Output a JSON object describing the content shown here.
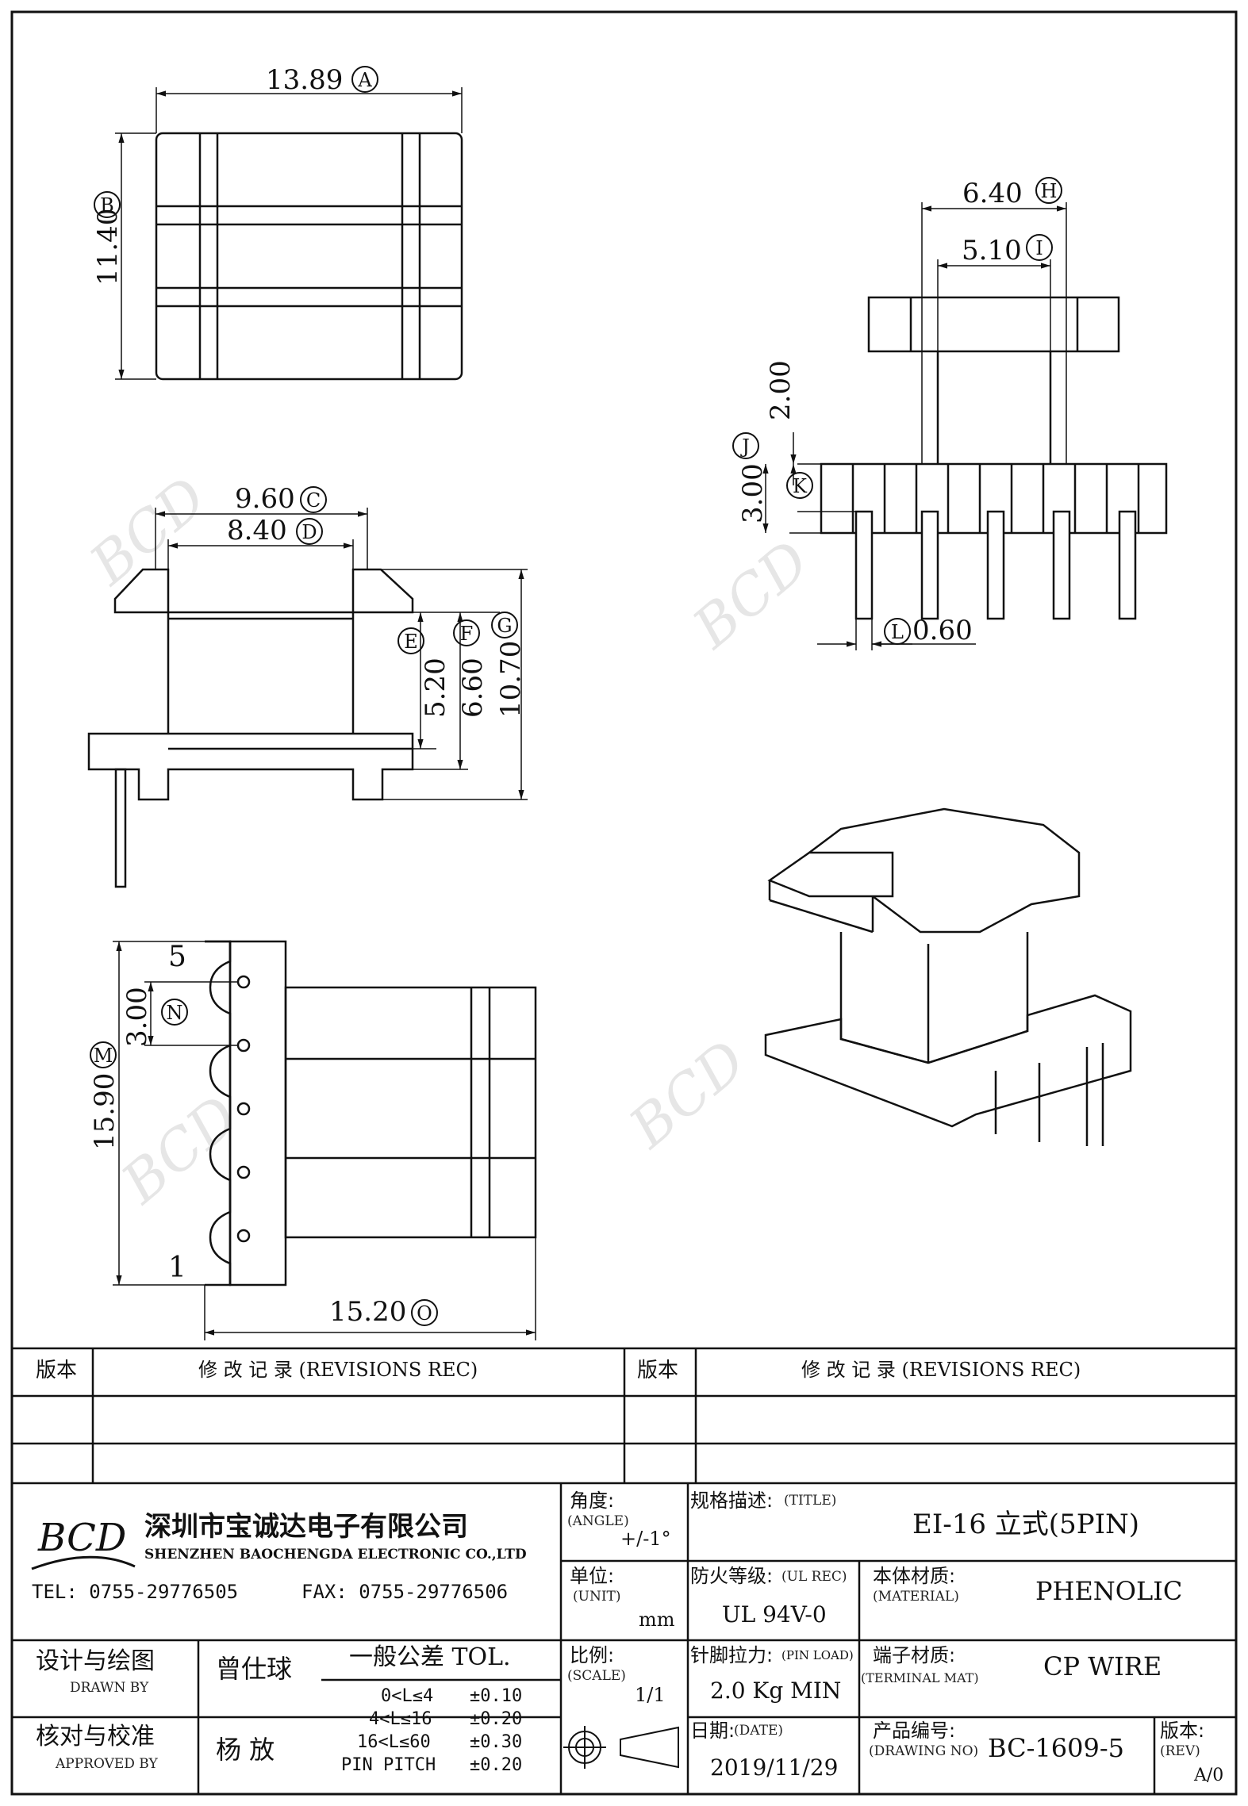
{
  "dims": {
    "A": {
      "letter": "A",
      "value": "13.89"
    },
    "B": {
      "letter": "B",
      "value": "11.40"
    },
    "C": {
      "letter": "C",
      "value": "9.60"
    },
    "D": {
      "letter": "D",
      "value": "8.40"
    },
    "E": {
      "letter": "E",
      "value": "5.20"
    },
    "F": {
      "letter": "F",
      "value": "6.60"
    },
    "G": {
      "letter": "G",
      "value": "10.70"
    },
    "H": {
      "letter": "H",
      "value": "6.40"
    },
    "I": {
      "letter": "I",
      "value": "5.10"
    },
    "J": {
      "letter": "J",
      "value": "2.00"
    },
    "K": {
      "letter": "K",
      "value": "3.00"
    },
    "L": {
      "letter": "L",
      "value": "0.60"
    },
    "M": {
      "letter": "M",
      "value": "15.90"
    },
    "N": {
      "letter": "N",
      "value": "3.00"
    },
    "O": {
      "letter": "O",
      "value": "15.20"
    }
  },
  "pins": {
    "top": "5",
    "bottom": "1"
  },
  "watermark": "BCD",
  "revisions": {
    "col_version": "版本",
    "col_record": "修  改  记  录   (REVISIONS REC)"
  },
  "company": {
    "logo": "BCD",
    "name_cn": "深圳市宝诚达电子有限公司",
    "name_en": "SHENZHEN BAOCHENGDA ELECTRONIC CO.,LTD",
    "tel": "TEL: 0755-29776505",
    "fax": "FAX: 0755-29776506"
  },
  "title_block": {
    "angle_label": "角度:",
    "angle_label_en": "(ANGLE)",
    "angle_value": "+/-1°",
    "title_label": "规格描述:",
    "title_label_en": "(TITLE)",
    "title_value": "EI-16 立式(5PIN)",
    "unit_label": "单位:",
    "unit_label_en": "(UNIT)",
    "unit_value": "mm",
    "ul_label": "防火等级:",
    "ul_label_en": "(UL REC)",
    "ul_value": "UL 94V-0",
    "material_label": "本体材质:",
    "material_label_en": "(MATERIAL)",
    "material_value": "PHENOLIC",
    "drawn_label": "设计与绘图",
    "drawn_label_en": "DRAWN BY",
    "drawn_name": "曾仕球",
    "tol_title": "一般公差  TOL.",
    "tol_rows": [
      {
        "range": "0<L≤4",
        "value": "±0.10"
      },
      {
        "range": "4<L≤16",
        "value": "±0.20"
      },
      {
        "range": "16<L≤60",
        "value": "±0.30"
      },
      {
        "range": "PIN PITCH",
        "value": "±0.20"
      }
    ],
    "scale_label": "比例:",
    "scale_label_en": "(SCALE)",
    "scale_value": "1/1",
    "pinload_label": "针脚拉力:",
    "pinload_label_en": "(PIN LOAD)",
    "pinload_value": "2.0 Kg MIN",
    "terminal_label": "端子材质:",
    "terminal_label_en": "(TERMINAL MAT)",
    "terminal_value": "CP WIRE",
    "approved_label": "核对与校准",
    "approved_label_en": "APPROVED BY",
    "approved_name": "杨  放",
    "date_label": "日期:",
    "date_label_en": "(DATE)",
    "date_value": "2019/11/29",
    "drawing_no_label": "产品编号:",
    "drawing_no_label_en": "(DRAWING NO)",
    "drawing_no_value": "BC-1609-5",
    "rev_label": "版本:",
    "rev_label_en": "(REV)",
    "rev_value": "A/0"
  }
}
